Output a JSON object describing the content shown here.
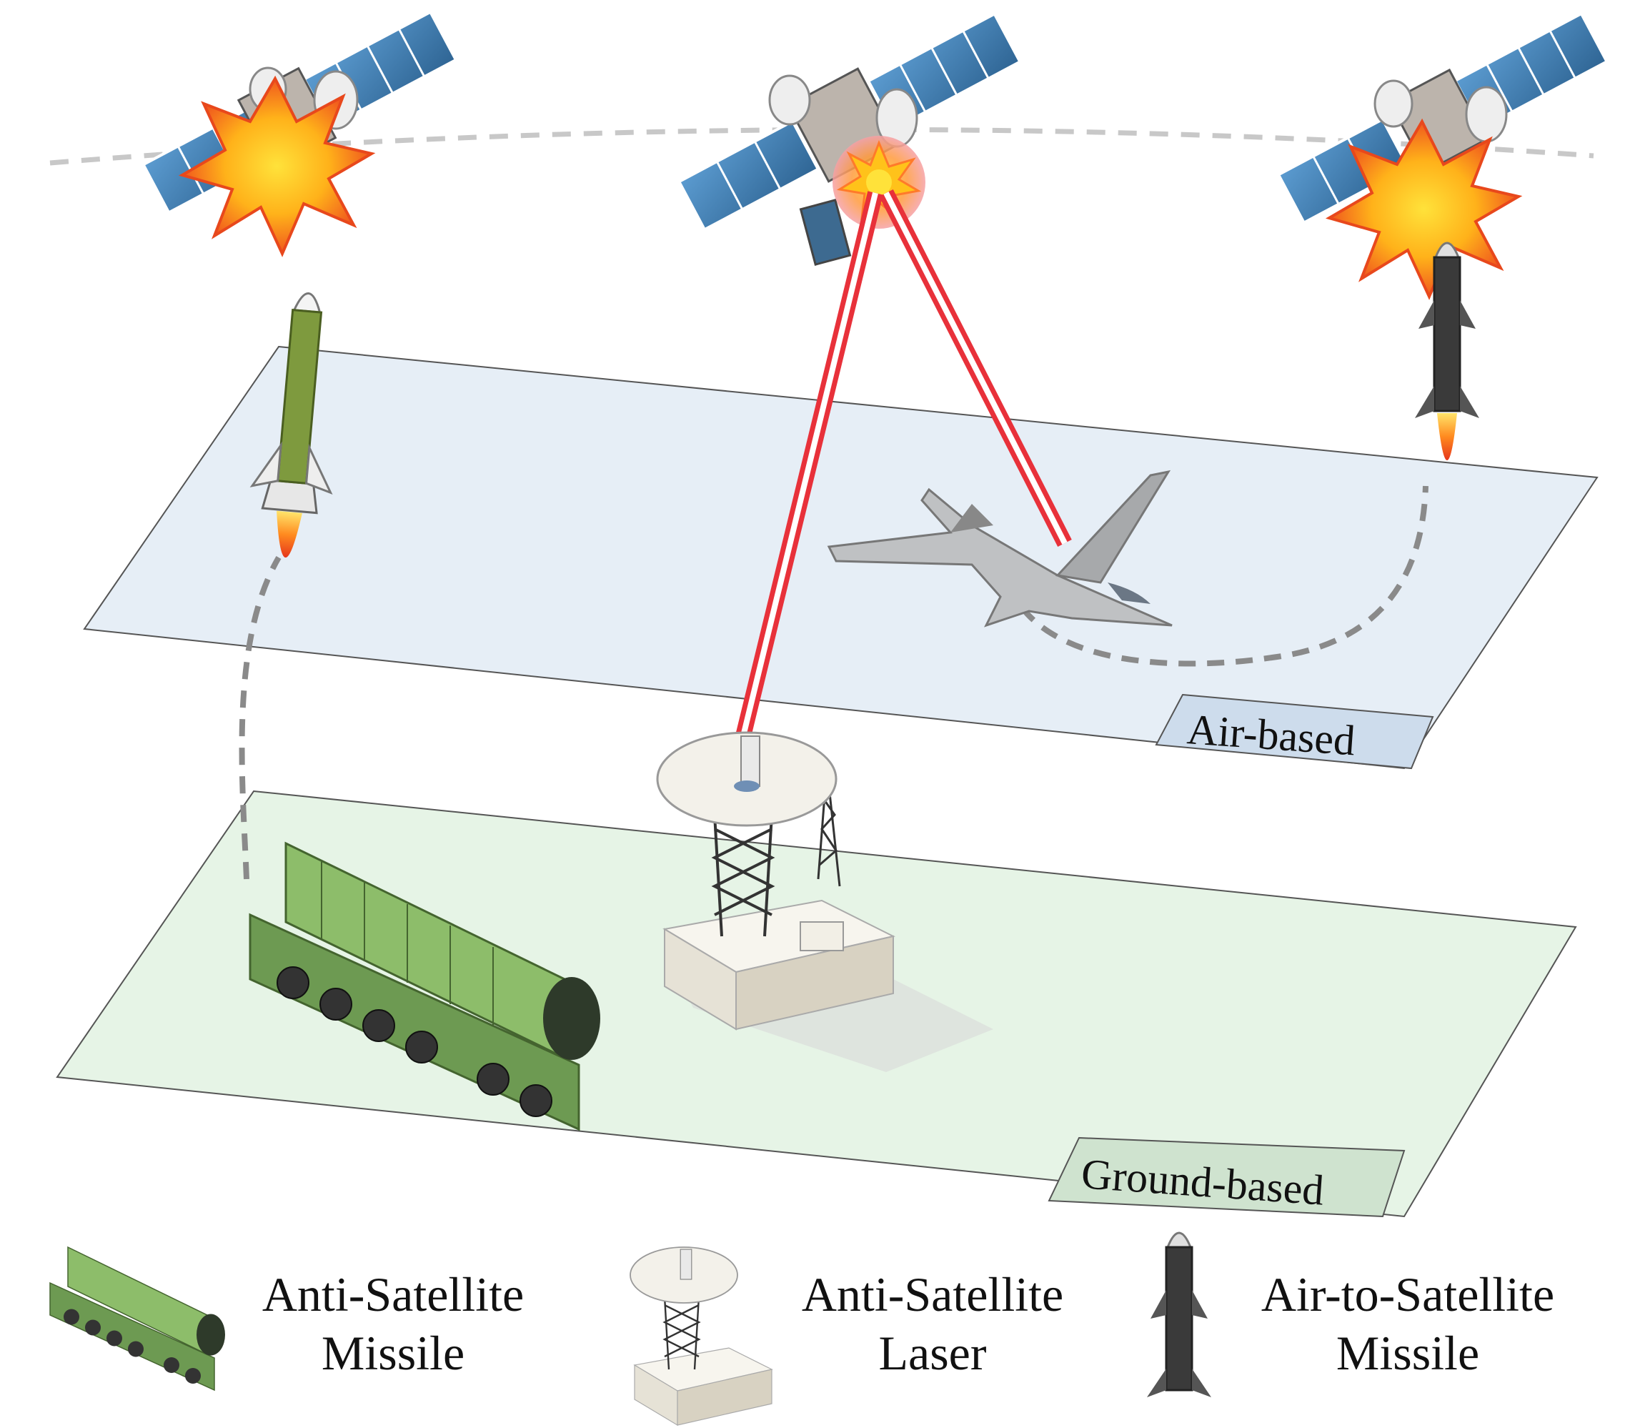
{
  "planes": {
    "air": {
      "label": "Air-based",
      "fill": "#e6eef6"
    },
    "ground": {
      "label": "Ground-based",
      "fill": "#e6f4e6"
    }
  },
  "legend": [
    {
      "icon": "missile-launcher-truck-icon",
      "line1": "Anti-Satellite",
      "line2": "Missile"
    },
    {
      "icon": "laser-dish-station-icon",
      "line1": "Anti-Satellite",
      "line2": "Laser"
    },
    {
      "icon": "air-missile-icon",
      "line1": "Air-to-Satellite",
      "line2": "Missile"
    }
  ],
  "colors": {
    "laser": "#e8313a",
    "trajectory": "#8a8a8a",
    "truck": "#7aa760",
    "panel": "#3d79a8"
  }
}
